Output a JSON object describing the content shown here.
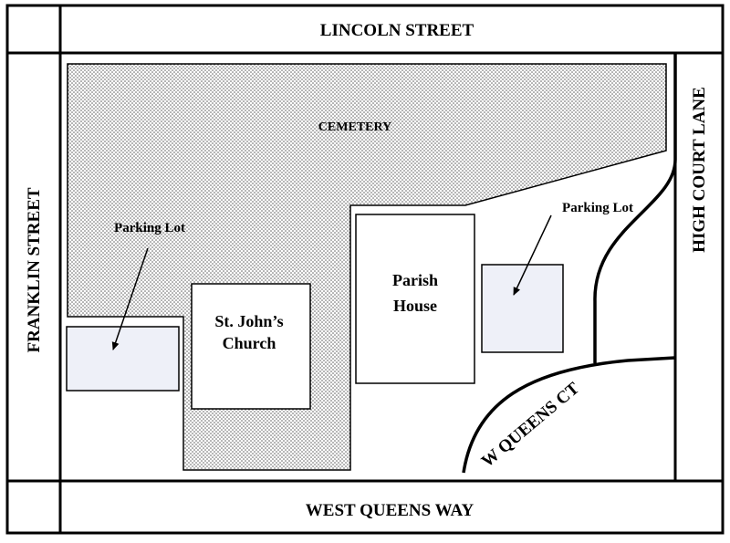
{
  "streets": {
    "north": "LINCOLN STREET",
    "south": "WEST QUEENS WAY",
    "west": "FRANKLIN STREET",
    "east": "HIGH COURT LANE",
    "curve": "W QUEENS CT"
  },
  "areas": {
    "cemetery": "CEMETERY",
    "church_line1": "St. John’s",
    "church_line2": "Church",
    "parish_line1": "Parish",
    "parish_line2": "House",
    "parking_left": "Parking Lot",
    "parking_right": "Parking Lot"
  },
  "colors": {
    "parking_fill": "#eef0f8",
    "ink": "#000000",
    "stipple": "#555555"
  }
}
